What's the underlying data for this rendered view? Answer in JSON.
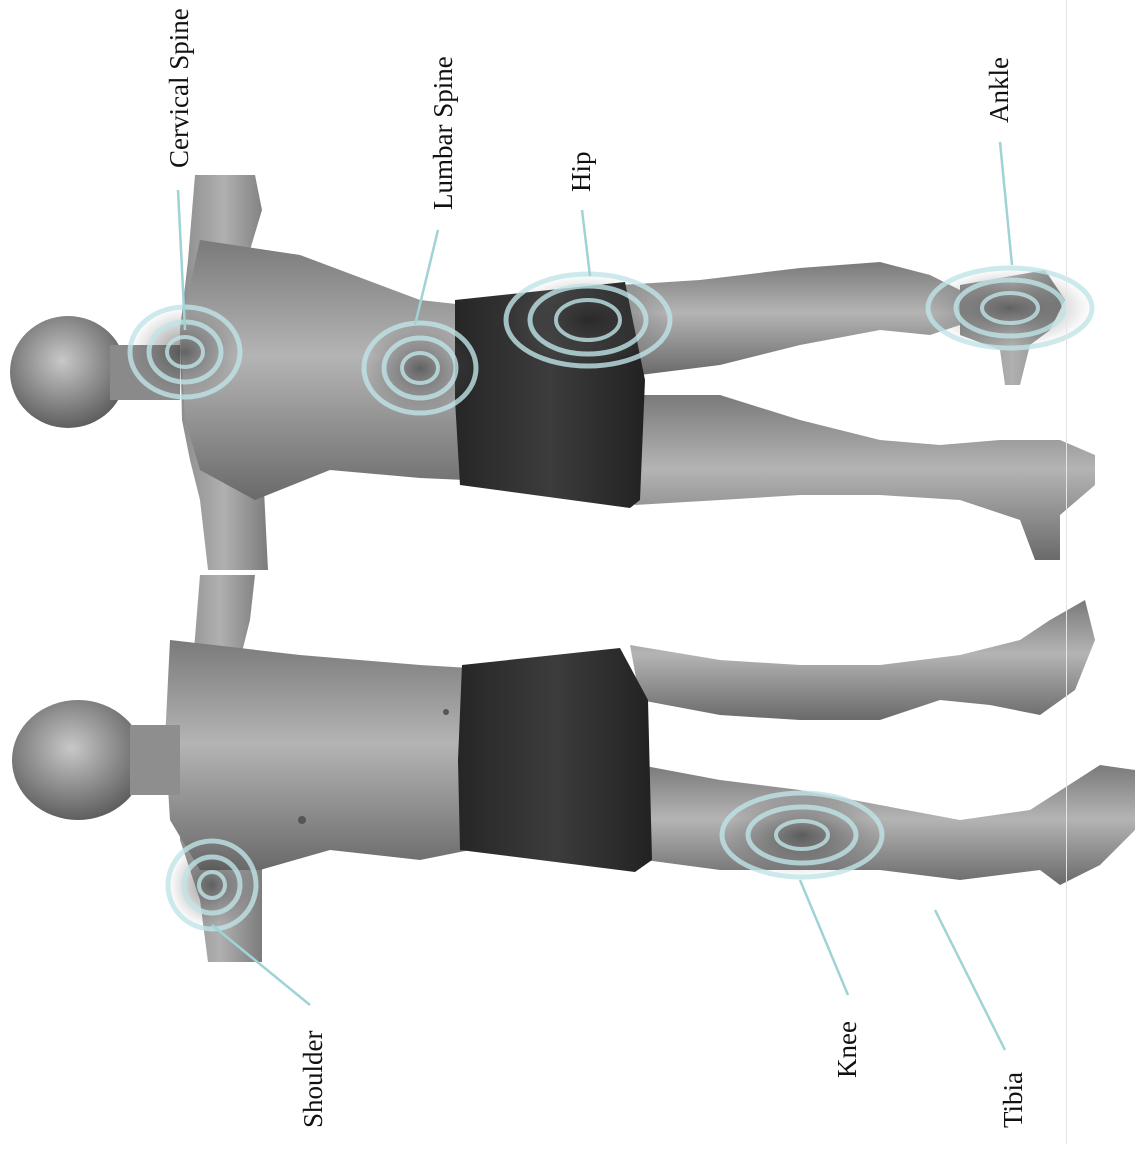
{
  "labels": {
    "cervical_spine": "Cervical Spine",
    "lumbar_spine": "Lumbar Spine",
    "hip": "Hip",
    "ankle": "Ankle",
    "shoulder": "Shoulder",
    "knee": "Knee",
    "tibia": "Tibia"
  },
  "colors": {
    "leader_line": "#9fd3d6",
    "ring": "#bfe4e6",
    "skin_light": "#a9a9a9",
    "skin_dark": "#555555",
    "shorts": "#2f2f2f",
    "background": "#ffffff"
  }
}
